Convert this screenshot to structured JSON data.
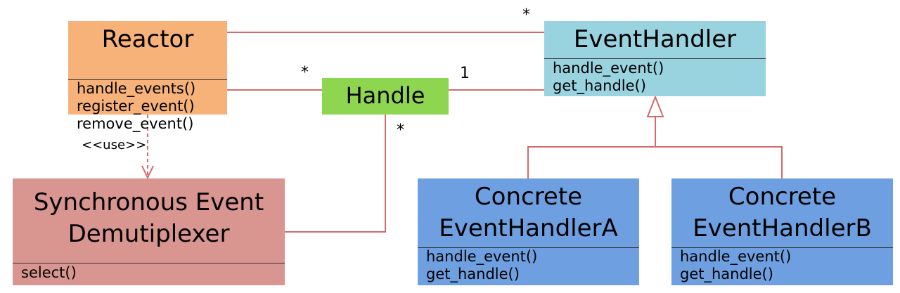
{
  "colors": {
    "connector": "#d46a6a",
    "reactor_fill": "#f7b27a",
    "eventhandler_fill": "#99d3e0",
    "handle_fill": "#8fd650",
    "demux_fill": "#d9958f",
    "concrete_fill": "#6e9fe0"
  },
  "classes": {
    "reactor": {
      "name": "Reactor",
      "methods": [
        "handle_events()",
        "register_event()",
        "remove_event()"
      ]
    },
    "eventhandler": {
      "name": "EventHandler",
      "methods": [
        "handle_event()",
        "get_handle()"
      ]
    },
    "handle": {
      "name": "Handle"
    },
    "demux": {
      "name_line1": "Synchronous Event",
      "name_line2": "Demutiplexer",
      "methods": [
        "select()"
      ]
    },
    "concrete_a": {
      "name_line1": "Concrete",
      "name_line2": "EventHandlerA",
      "methods": [
        "handle_event()",
        "get_handle()"
      ]
    },
    "concrete_b": {
      "name_line1": "Concrete",
      "name_line2": "EventHandlerB",
      "methods": [
        "handle_event()",
        "get_handle()"
      ]
    }
  },
  "multiplicities": {
    "reactor_eventhandler": "*",
    "reactor_handle": "*",
    "handle_eventhandler": "1",
    "handle_demux": "*"
  },
  "stereotype": "<<use>>"
}
